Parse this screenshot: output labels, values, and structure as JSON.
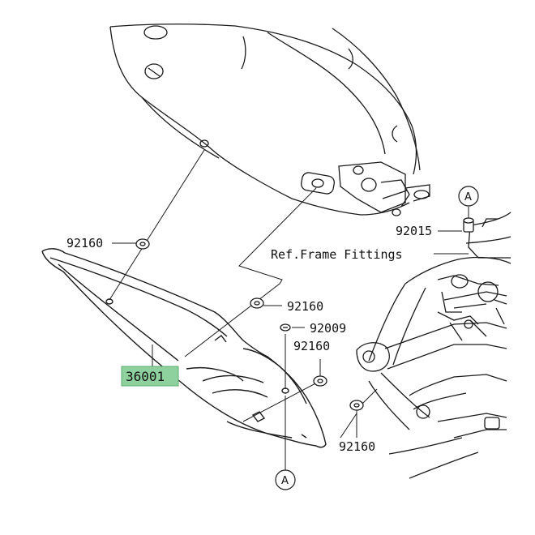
{
  "labels": {
    "grommet_top_left": "92160",
    "grommet_mid_right": "92160",
    "screw": "92009",
    "grommet_lower_mid": "92160",
    "grommet_bottom": "92160",
    "collar_top_right": "92015",
    "ref_frame": "Ref.Frame Fittings",
    "part_highlight": "36001",
    "callout_a_top": "A",
    "callout_a_bottom": "A"
  },
  "colors": {
    "highlight": "#8fd19e",
    "line": "#1a1a1a",
    "ghost": "#555555"
  }
}
